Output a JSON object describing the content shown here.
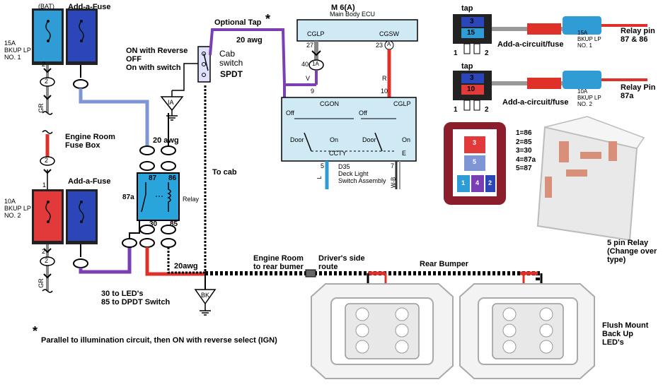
{
  "top_left": {
    "bat": "(BAT)",
    "add_a_fuse": "Add-a-Fuse",
    "fuse1": "15A\nBKUP LP\nNO. 1",
    "pin2": "2",
    "conn2": "2",
    "gr": "GR"
  },
  "engine_room": {
    "label": "Engine Room\nFuse Box",
    "conn2": "2",
    "pin1": "1",
    "add_a_fuse": "Add-a-Fuse",
    "fuse2": "10A\nBKUP LP\nNO. 2",
    "pin2": "2",
    "conn2b": "2",
    "gr": "GR"
  },
  "switch": {
    "modes": "ON with Reverse\nOFF\nOn with switch",
    "cab": "Cab\nswitch",
    "spdt": "SPDT",
    "optional_tap": "Optional Tap",
    "asterisk": "*",
    "wire_gauge": "20 awg",
    "ia": "IA"
  },
  "ecu": {
    "title": "M 6(A)",
    "subtitle": "Main Body ECU",
    "cglp": "CGLP",
    "cgsw": "CGSW",
    "p27": "27",
    "p23": "23",
    "circle_a": "A",
    "p40": "40",
    "c1a": "1A",
    "v": "V",
    "r": "R",
    "p9": "9",
    "p10": "10"
  },
  "deck": {
    "cgon": "CGON",
    "cglp": "CGLP",
    "off1": "Off",
    "off2": "Off",
    "door1": "Door",
    "on1": "On",
    "door2": "Door",
    "on2": "On",
    "ccty": "CCTY",
    "e": "E",
    "p5": "5",
    "p7": "7",
    "l": "L",
    "wb": "W-B",
    "name": "D35\nDeck Light\nSwitch Assembly"
  },
  "relay": {
    "gauge": "20 awg",
    "p87": "87",
    "p86": "86",
    "p87a": "87a",
    "p30": "30",
    "p85": "85",
    "label": "Relay",
    "to_cab": "To cab",
    "gauge2": "20awg",
    "note": "30 to LED's\n85 to DPDT Switch",
    "bk": "BK"
  },
  "bottom": {
    "engine_room": "Engine Room\nto rear bumer",
    "drivers": "Driver's side\nroute",
    "rear_bumper": "Rear Bumper",
    "flush": "Flush Mount\nBack Up\nLED's",
    "asterisk": "*",
    "footnote": "Parallel to illumination circuit, then ON with reverse select (IGN)"
  },
  "taps": {
    "tap1": "tap",
    "n3a": "3",
    "n15": "15",
    "p1a": "1",
    "p2a": "2",
    "add1": "Add-a-circuit/fuse",
    "f1": "15A\nBKUP LP\nNO. 1",
    "relay1": "Relay pin\n87 & 86",
    "tap2": "tap",
    "n3b": "3",
    "n10": "10",
    "p1b": "1",
    "p2b": "2",
    "add2": "Add-a-circuit/fuse",
    "f2": "10A\nBKUP LP\nNO. 2",
    "relay2": "Relay Pin\n87a"
  },
  "pinout": {
    "legend": "1=86\n2=85\n3=30\n4=87a\n5=87",
    "r3": "3",
    "r5": "5",
    "r1": "1",
    "r4": "4",
    "r2": "2",
    "caption": "5 pin Relay\n(Change over\ntype)"
  },
  "colors": {
    "blue_wire": "#7f96d6",
    "red_wire": "#e0302a",
    "purple_wire": "#7a3fb5",
    "fuse_blue": "#2f9cd6",
    "fuse_red": "#e23a3a",
    "fuse_navy": "#2b46b8",
    "relay_box": "#2aa5dc",
    "ecu_box": "#cfe9f5"
  }
}
